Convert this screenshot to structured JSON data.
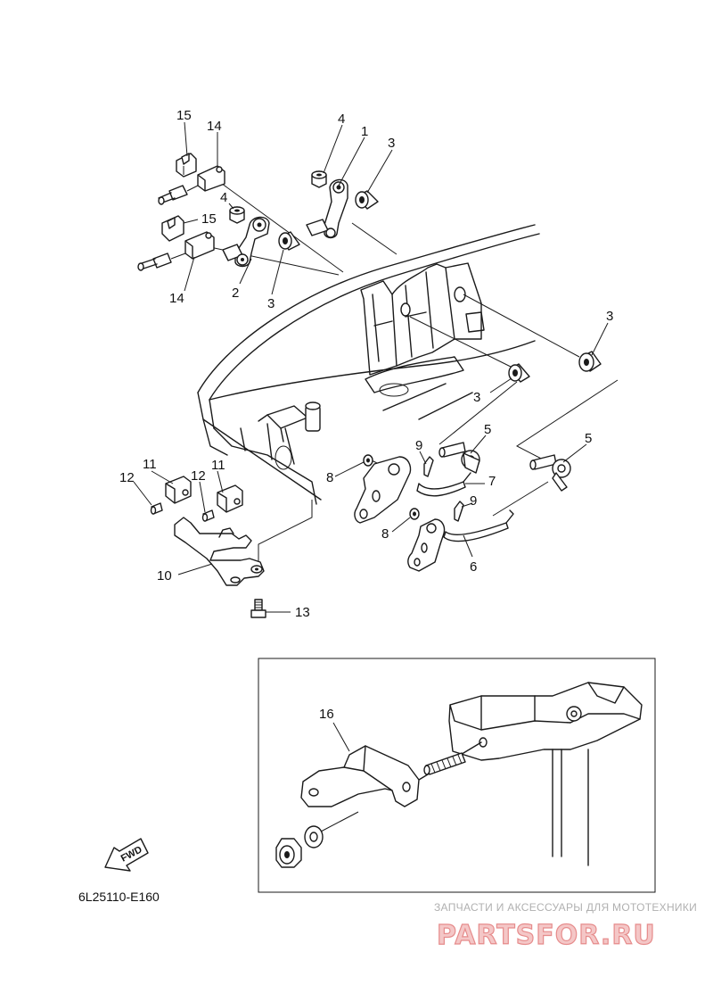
{
  "diagram": {
    "part_code": "6L25110-E160",
    "fwd_label": "FWD",
    "callouts": {
      "c1": "1",
      "c2": "2",
      "c3a": "3",
      "c3b": "3",
      "c3c": "3",
      "c3d": "3",
      "c4a": "4",
      "c4b": "4",
      "c5a": "5",
      "c5b": "5",
      "c6": "6",
      "c7": "7",
      "c8a": "8",
      "c8b": "8",
      "c9a": "9",
      "c9b": "9",
      "c10": "10",
      "c11a": "11",
      "c11b": "11",
      "c12a": "12",
      "c12b": "12",
      "c13": "13",
      "c14a": "14",
      "c14b": "14",
      "c15a": "15",
      "c15b": "15",
      "c16": "16"
    }
  },
  "watermark": {
    "tagline": "ЗАПЧАСТИ И АКСЕССУАРЫ ДЛЯ МОТОТЕХНИКИ",
    "logo": "PARTSFOR.RU"
  },
  "colors": {
    "line": "#1a1a1a",
    "watermark_logo": "#e68c8c"
  }
}
